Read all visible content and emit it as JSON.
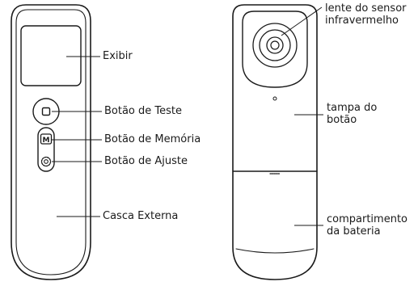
{
  "front_device": {
    "labels": {
      "display": "Exibir",
      "test_button": "Botão de Teste",
      "memory_button": "Botão de Memória",
      "adjust_button": "Botão de Ajuste",
      "outer_shell": "Casca Externa"
    },
    "memory_icon_text": "M"
  },
  "back_device": {
    "labels": {
      "sensor_lens": [
        "lente do sensor",
        "infravermelho"
      ],
      "button_cover": [
        "tampa do",
        "botão"
      ],
      "battery_compartment": [
        "compartimento",
        "da bateria"
      ]
    }
  },
  "colors": {
    "stroke": "#1a1a1a",
    "background": "#ffffff"
  }
}
